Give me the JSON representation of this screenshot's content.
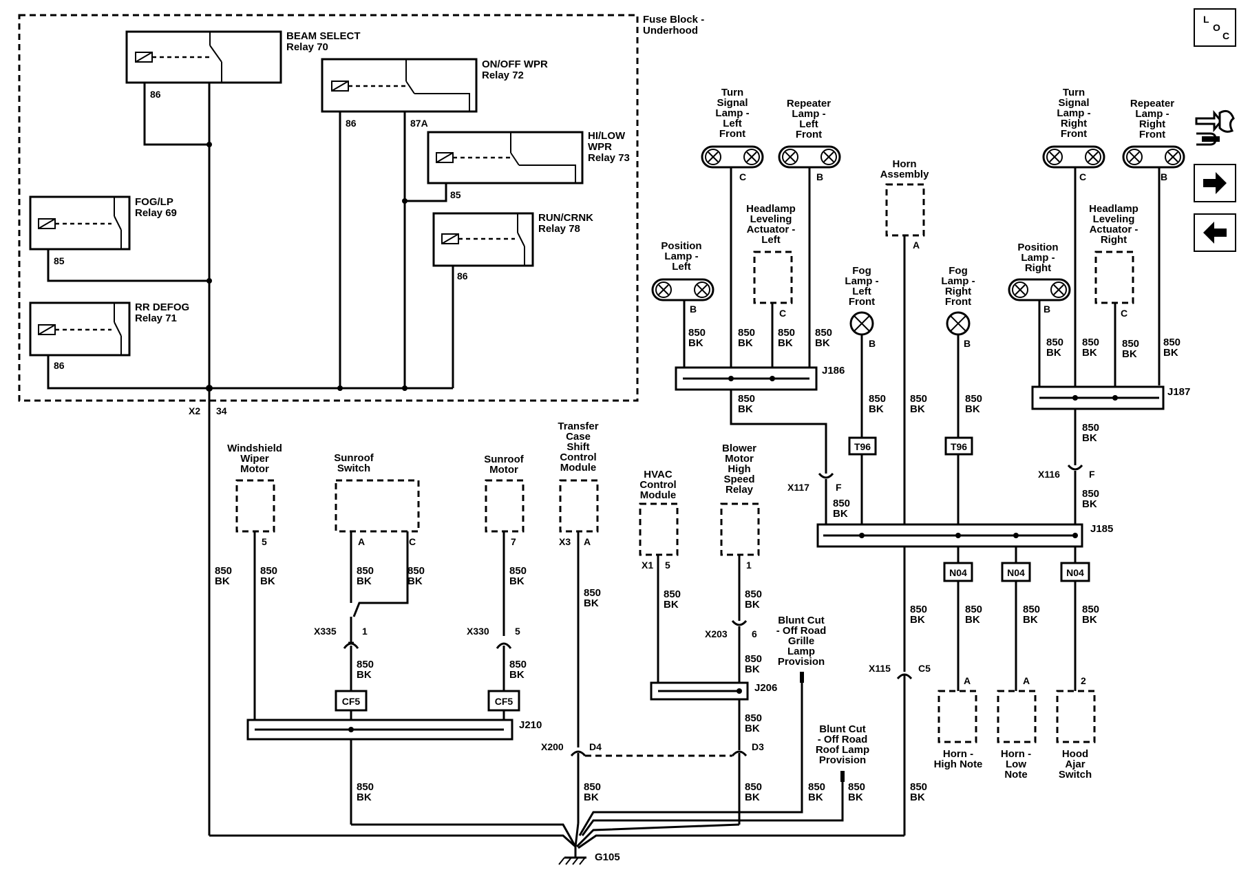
{
  "fuse_block": {
    "line1": "Fuse Block -",
    "line2": "Underhood"
  },
  "relays": {
    "beam_select": {
      "name": "BEAM SELECT",
      "num": "Relay 70",
      "pin": "86"
    },
    "on_off_wpr": {
      "name": "ON/OFF WPR",
      "num": "Relay 72",
      "pin_a": "86",
      "pin_b": "87A"
    },
    "hi_low_wpr": {
      "l1": "HI/LOW",
      "l2": "WPR",
      "num": "Relay 73",
      "pin": "85"
    },
    "fog_lp": {
      "name": "FOG/LP",
      "num": "Relay 69",
      "pin": "85"
    },
    "run_crnk": {
      "name": "RUN/CRNK",
      "num": "Relay 78",
      "pin": "86"
    },
    "rr_defog": {
      "name": "RR DEFOG",
      "num": "Relay 71",
      "pin": "86"
    }
  },
  "x2": "X2",
  "x2_pin": "34",
  "wire": {
    "gauge": "850",
    "color": "BK"
  },
  "components": {
    "turn_left": {
      "l1": "Turn",
      "l2": "Signal",
      "l3": "Lamp -",
      "l4": "Left",
      "l5": "Front",
      "pin": "C"
    },
    "repeater_left": {
      "l1": "Repeater",
      "l2": "Lamp -",
      "l3": "Left",
      "l4": "Front",
      "pin": "B"
    },
    "turn_right": {
      "l1": "Turn",
      "l2": "Signal",
      "l3": "Lamp -",
      "l4": "Right",
      "l5": "Front",
      "pin": "C"
    },
    "repeater_right": {
      "l1": "Repeater",
      "l2": "Lamp -",
      "l3": "Right",
      "l4": "Front",
      "pin": "B"
    },
    "horn_assembly": {
      "l1": "Horn",
      "l2": "Assembly",
      "pin": "A"
    },
    "hl_level_left": {
      "l1": "Headlamp",
      "l2": "Leveling",
      "l3": "Actuator -",
      "l4": "Left",
      "pin": "C"
    },
    "hl_level_right": {
      "l1": "Headlamp",
      "l2": "Leveling",
      "l3": "Actuator -",
      "l4": "Right",
      "pin": "C"
    },
    "pos_left": {
      "l1": "Position",
      "l2": "Lamp -",
      "l3": "Left",
      "pin": "B"
    },
    "pos_right": {
      "l1": "Position",
      "l2": "Lamp -",
      "l3": "Right",
      "pin": "B"
    },
    "fog_left": {
      "l1": "Fog",
      "l2": "Lamp -",
      "l3": "Left",
      "l4": "Front",
      "pin": "B"
    },
    "fog_right": {
      "l1": "Fog",
      "l2": "Lamp -",
      "l3": "Right",
      "l4": "Front",
      "pin": "B"
    },
    "wiper_motor": {
      "l1": "Windshield",
      "l2": "Wiper",
      "l3": "Motor",
      "pin": "5"
    },
    "sunroof_switch": {
      "l1": "Sunroof",
      "l2": "Switch",
      "pin_a": "A",
      "pin_c": "C"
    },
    "sunroof_motor": {
      "l1": "Sunroof",
      "l2": "Motor",
      "pin": "7"
    },
    "transfer_case": {
      "l1": "Transfer",
      "l2": "Case",
      "l3": "Shift",
      "l4": "Control",
      "l5": "Module",
      "conn": "X3",
      "pin": "A"
    },
    "hvac": {
      "l1": "HVAC",
      "l2": "Control",
      "l3": "Module",
      "conn": "X1",
      "pin": "5"
    },
    "blower": {
      "l1": "Blower",
      "l2": "Motor",
      "l3": "High",
      "l4": "Speed",
      "l5": "Relay",
      "pin": "1"
    },
    "grille_lamp": {
      "l1": "Blunt Cut",
      "l2": "- Off Road",
      "l3": "Grille",
      "l4": "Lamp",
      "l5": "Provision"
    },
    "roof_lamp": {
      "l1": "Blunt Cut",
      "l2": "- Off Road",
      "l3": "Roof Lamp",
      "l4": "Provision"
    },
    "horn_high": {
      "l1": "Horn -",
      "l2": "High Note",
      "pin": "A"
    },
    "horn_low": {
      "l1": "Horn -",
      "l2": "Low",
      "l3": "Note",
      "pin": "A"
    },
    "hood_ajar": {
      "l1": "Hood",
      "l2": "Ajar",
      "l3": "Switch",
      "pin": "2"
    }
  },
  "splices": {
    "j186": "J186",
    "j187": "J187",
    "j185": "J185",
    "j206": "J206",
    "j210": "J210"
  },
  "connectors": {
    "x117": "X117",
    "x117_pin": "F",
    "x116": "X116",
    "x116_pin": "F",
    "x335": "X335",
    "x335_pin": "1",
    "x330": "X330",
    "x330_pin": "5",
    "x203": "X203",
    "x203_pin": "6",
    "x115": "X115",
    "x115_pin": "C5",
    "x200": "X200",
    "x200_pin_a": "D4",
    "x200_pin_b": "D3"
  },
  "tags": {
    "t96": "T96",
    "n04": "N04",
    "cf5": "CF5"
  },
  "ground": "G105",
  "nav": {
    "loc_l": "L",
    "loc_o": "O",
    "loc_c": "C"
  }
}
